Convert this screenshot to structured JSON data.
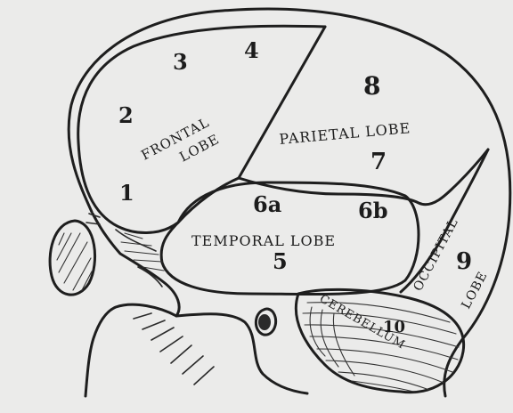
{
  "labels": {
    "frontal_1": "FRONTAL",
    "frontal_2": "LOBE",
    "parietal": "PARIETAL LOBE",
    "temporal": "TEMPORAL LOBE",
    "occipital_1": "OCCIPITAL",
    "occipital_2": "LOBE",
    "cerebellum": "CEREBELLUM"
  },
  "regions": {
    "r1": "1",
    "r2": "2",
    "r3": "3",
    "r4": "4",
    "r5": "5",
    "r6a": "6a",
    "r6b": "6b",
    "r7": "7",
    "r8": "8",
    "r9": "9",
    "r10": "10"
  }
}
